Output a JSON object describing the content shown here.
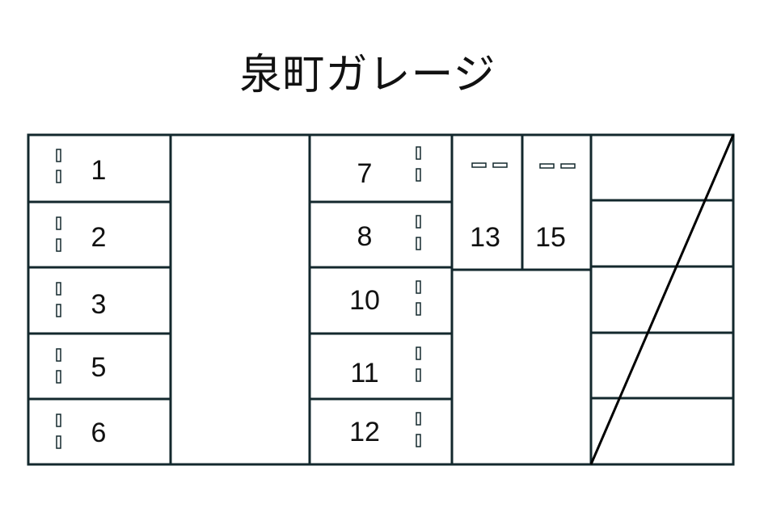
{
  "title": "泉町ガレージ",
  "colors": {
    "line": "#13282d",
    "text": "#111111",
    "background": "#ffffff"
  },
  "spaces": {
    "left_column": [
      "1",
      "2",
      "3",
      "5",
      "6"
    ],
    "middle_column": [
      "7",
      "8",
      "10",
      "11",
      "12"
    ],
    "top_pair": [
      "13",
      "15"
    ]
  },
  "hatched_column_rows": 5
}
